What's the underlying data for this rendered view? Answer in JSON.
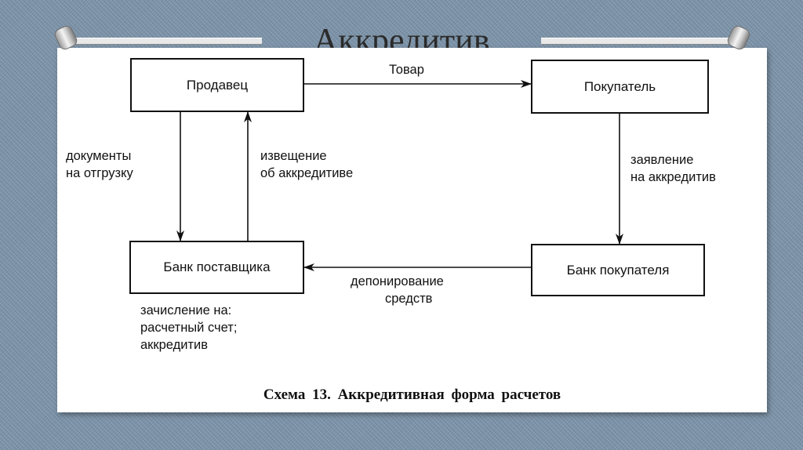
{
  "slide": {
    "title": "Аккредитив"
  },
  "diagram": {
    "nodes": {
      "seller": "Продавец",
      "buyer": "Покупатель",
      "seller_bank": "Банк поставщика",
      "buyer_bank": "Банк покупателя"
    },
    "edges": {
      "goods": "Товар",
      "shipping_docs": [
        "документы",
        "на отгрузку"
      ],
      "notice": [
        "извещение",
        "об аккредитиве"
      ],
      "application": [
        "заявление",
        "на аккредитив"
      ],
      "deposit": [
        "депонирование",
        "средств"
      ]
    },
    "note": [
      "зачисление на:",
      "расчетный счет;",
      "аккредитив"
    ],
    "caption": "Схема 13. Аккредитивная форма расчетов"
  }
}
